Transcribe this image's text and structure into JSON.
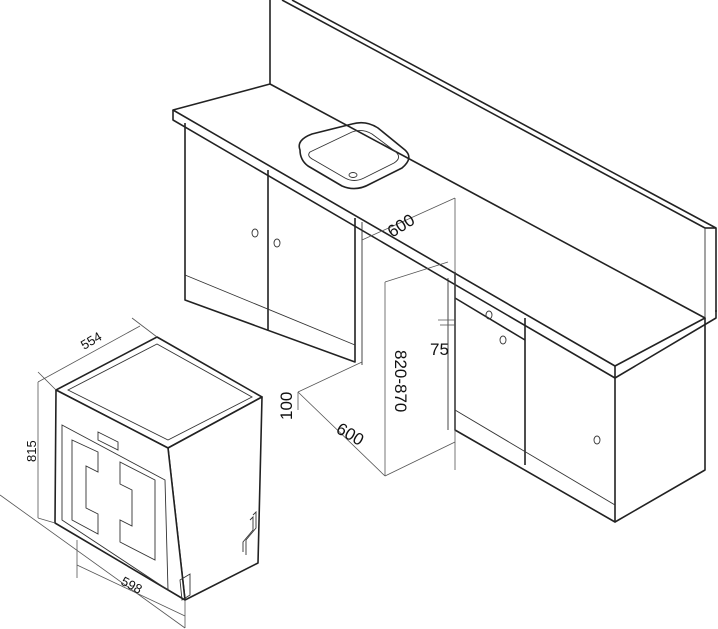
{
  "cabinet_dimensions": {
    "niche_width": "600",
    "niche_depth": "600",
    "niche_height": "820-870",
    "plinth_height": "100",
    "side_gap": "75"
  },
  "appliance_dimensions": {
    "depth": "554",
    "height": "815",
    "width": "598"
  }
}
